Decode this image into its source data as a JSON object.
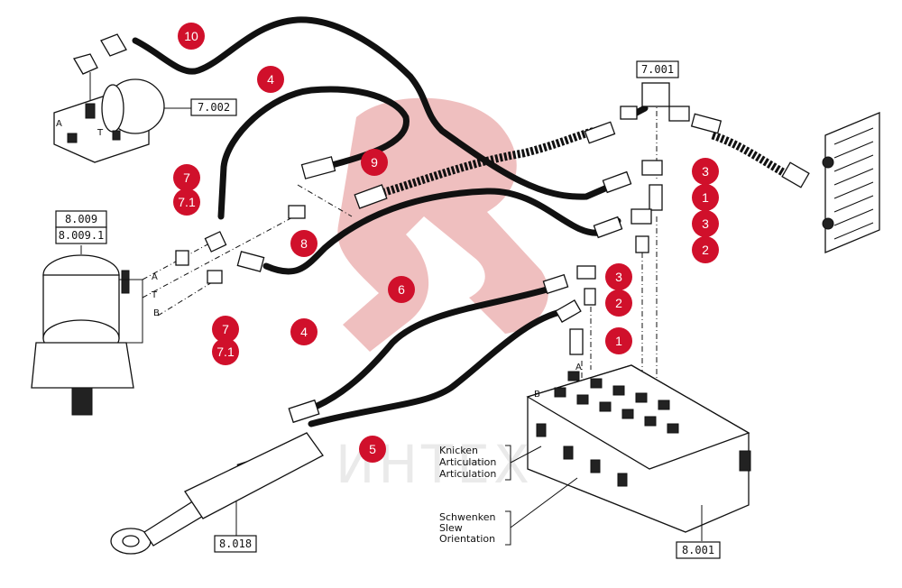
{
  "watermark": {
    "text": "ИНТЕХ",
    "color": "#e8a4a4"
  },
  "callout_color": "#d0102b",
  "callouts": [
    "10",
    "4",
    "9",
    "7",
    "7.1",
    "8",
    "4",
    "6",
    "5",
    "7",
    "7.1",
    "3",
    "1",
    "3",
    "2",
    "3",
    "2",
    "1"
  ],
  "ref_boxes": [
    "7.002",
    "7.001",
    "8.009",
    "8.009.1",
    "8.018",
    "8.001"
  ],
  "ports": {
    "a_top": "A",
    "t_top": "T",
    "a": "A",
    "t": "T",
    "b": "B",
    "valve_b": "B",
    "valve_a": "A"
  },
  "function_labels": {
    "articulation": [
      "Knicken",
      "Articulation",
      "Articulation"
    ],
    "slew": [
      "Schwenken",
      "Slew",
      "Orientation"
    ]
  }
}
